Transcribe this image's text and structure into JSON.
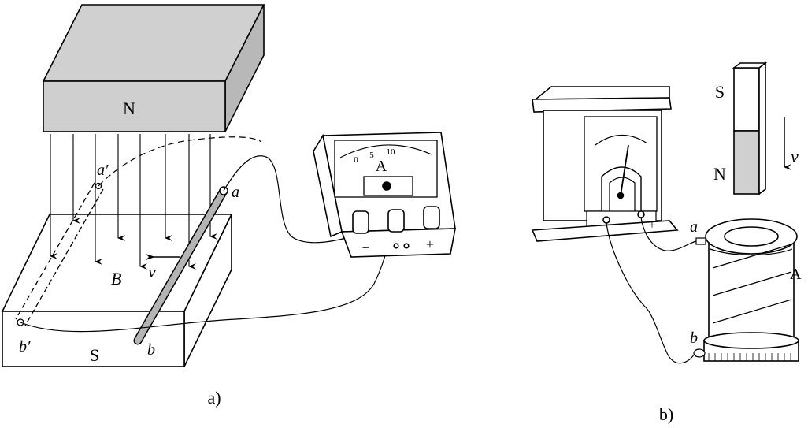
{
  "figure_a": {
    "caption": "a)",
    "magnet_top_label": "N",
    "magnet_bottom_label": "S",
    "field_label": "B",
    "velocity_label": "v",
    "rod_end_top": "a",
    "rod_end_bottom": "b",
    "rod_prev_top": "a′",
    "rod_prev_bottom": "b′",
    "meter": {
      "label": "A",
      "scale_ticks": [
        "0",
        "5",
        "10"
      ],
      "terminal_minus": "−",
      "terminal_plus": "+"
    }
  },
  "figure_b": {
    "caption": "b)",
    "bar_magnet_top": "S",
    "bar_magnet_bottom": "N",
    "velocity_label": "v",
    "coil_label": "A",
    "coil_end_top": "a",
    "coil_end_bottom": "b",
    "meter_terminal_minus": "−",
    "meter_terminal_plus": "+"
  },
  "colors": {
    "ink": "#000000",
    "magnet_fill": "#d0d0d0",
    "rod_fill": "#b4b4b4"
  }
}
